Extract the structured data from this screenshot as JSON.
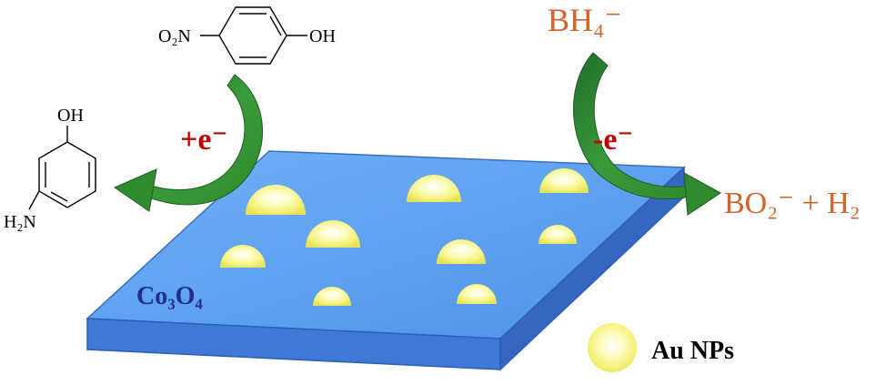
{
  "molecules": {
    "nitrophenol": {
      "left_group": "O₂N",
      "right_group": "OH"
    },
    "aminophenol": {
      "top_group": "OH",
      "bottom_group": "H₂N"
    }
  },
  "labels": {
    "plus_electron": "+e⁻",
    "minus_electron": "-e⁻",
    "borohydride": "BH₄⁻",
    "products": "BO₂⁻ + H₂",
    "support": "Co₃O₄",
    "legend": "Au NPs"
  },
  "colors": {
    "slab_top": "#5ca3f2",
    "slab_side": "#3f78d6",
    "slab_edge": "#2b5fb8",
    "arrow_green": "#2e8b2e",
    "electron_red": "#c00000",
    "reagent_orange": "#d4622a",
    "support_text": "#1f2f8a",
    "nanoparticle": "#f7f58a"
  },
  "icons": [
    "benzene-ring",
    "curved-arrow",
    "nanoparticle-sphere"
  ]
}
